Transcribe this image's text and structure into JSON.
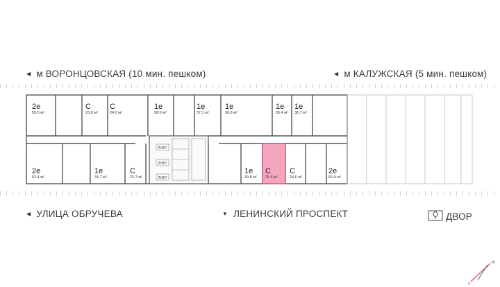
{
  "labels": {
    "top_left": "м ВОРОНЦОВСКАЯ  (10 мин. пешком)",
    "top_right": "м КАЛУЖСКАЯ (5 мин. пешком)",
    "bottom_left": "УЛИЦА ОБРУЧЕВА",
    "bottom_middle": "ЛЕНИНСКИЙ ПРОСПЕКТ",
    "bottom_right": "ДВОР"
  },
  "lift_label": "ЛИФТ",
  "compass": {
    "north": "Ю",
    "south": "С"
  },
  "colors": {
    "highlight": "#e0457b",
    "highlight_fill": "#f4a6bd",
    "wall": "#555555"
  },
  "units_top": [
    {
      "type": "2е",
      "area": "59.5 м²"
    },
    {
      "type": "С",
      "area": "23.6 м²"
    },
    {
      "type": "С",
      "area": "24.0 м²"
    },
    {
      "type": "1е",
      "area": "38.0 м²"
    },
    {
      "type": "1е",
      "area": "37.1 м²"
    },
    {
      "type": "1е",
      "area": "36.8 м²"
    },
    {
      "type": "1е",
      "area": "35.4 м²"
    },
    {
      "type": "1е",
      "area": "36.7 м²"
    }
  ],
  "units_bottom": [
    {
      "type": "2е",
      "area": "53.4 м²"
    },
    {
      "type": "1е",
      "area": "34.7 м²"
    },
    {
      "type": "С",
      "area": "22.7 м²"
    },
    {
      "type": "1е",
      "area": "39.8 м²"
    },
    {
      "type": "С",
      "area": "25.5 м²",
      "selected": true
    },
    {
      "type": "С",
      "area": "24.6 м²"
    },
    {
      "type": "2е",
      "area": "66.9 м²"
    }
  ]
}
